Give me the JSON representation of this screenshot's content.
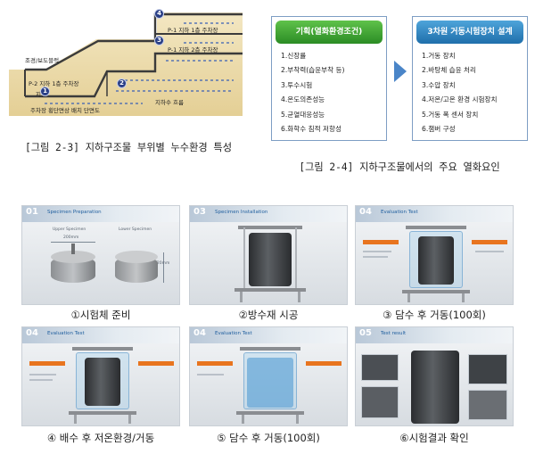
{
  "fig23": {
    "labels": {
      "sidewalk": "조경/보도블럭",
      "p1_b1": "P-1 지하 1층 주차장",
      "p1_b2": "P-1 지하 2층 주차장",
      "p2_b1": "P-2 지하 1층 주차장",
      "slab": "지반",
      "groundwater": "지하수 흐름",
      "section_title": "주차장 횡단면상 배치 단면도"
    },
    "markers": [
      "1",
      "2",
      "3",
      "4"
    ]
  },
  "caption_23": "[그림 2-3] 지하구조물 부위별 누수환경 특성",
  "fig24": {
    "left_title": "기획(열화환경조건)",
    "left_items": [
      "1.신장률",
      "2.부착력(습윤부착 등)",
      "3.투수시험",
      "4.온도의존성능",
      "5.균열대응성능",
      "6.화학수 침적 저항성"
    ],
    "right_title": "3차원 거동시험장치 설계",
    "right_items": [
      "1.거동 장치",
      "2.바탕체 습윤 처리",
      "3.수압 장치",
      "4.저온/고온 환경 시험장치",
      "5.거동 폭 센서 장치",
      "6.챔버 구성"
    ],
    "colors": {
      "left_header": "#3aa032",
      "right_header": "#2a82c0",
      "arrow": "#4a85c8"
    }
  },
  "caption_24": "[그림 2-4] 지하구조물에서의 주요 열화요인",
  "photos": [
    {
      "num": "01",
      "tag": "Specimen Preparation",
      "sub_left": "Upper Specimen",
      "sub_right": "Lower Specimen",
      "dim_a": "200mm",
      "dim_b": "120mm",
      "caption": "①시험체 준비"
    },
    {
      "num": "03",
      "tag": "Specimen Installation",
      "caption": "②방수재 시공"
    },
    {
      "num": "04",
      "tag": "Evaluation Test",
      "caption": "③ 담수 후 거동(100회)"
    },
    {
      "num": "04",
      "tag": "Evaluation Test",
      "caption": "④ 배수 후 저온환경/거동"
    },
    {
      "num": "04",
      "tag": "Evaluation Test",
      "caption": "⑤ 담수 후 거동(100회)"
    },
    {
      "num": "05",
      "tag": "Test result",
      "caption": "⑥시험결과 확인"
    }
  ]
}
